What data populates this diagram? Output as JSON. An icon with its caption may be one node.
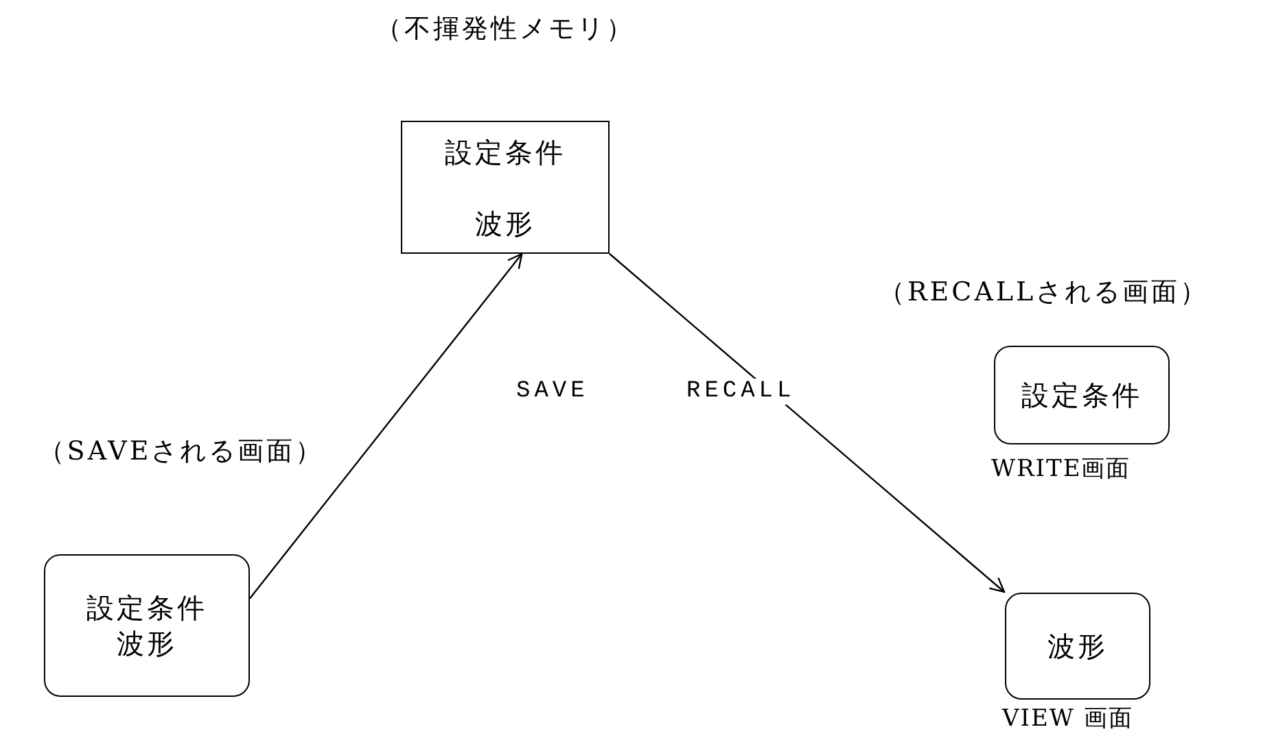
{
  "diagram": {
    "nodes": [
      {
        "text": [
          "（不揮発性メモリ）",
          "設定条件",
          "波形"
        ]
      },
      {
        "text": [
          "（SAVEされる画面）",
          "設定条件",
          "波形"
        ]
      },
      {
        "text": [
          "設定条件"
        ],
        "beside": [
          "WRITE画面"
        ]
      },
      {
        "text": [
          "波形"
        ],
        "beside": [
          "VIEW 画面"
        ]
      }
    ],
    "edges": [
      {
        "from": 1,
        "to": 0,
        "arrow": "to",
        "label": "SAVE"
      },
      {
        "from": 0,
        "to": 3,
        "arrow": "to",
        "label": "RECALL"
      }
    ],
    "labels": [
      "（RECALLされる画面）"
    ]
  }
}
